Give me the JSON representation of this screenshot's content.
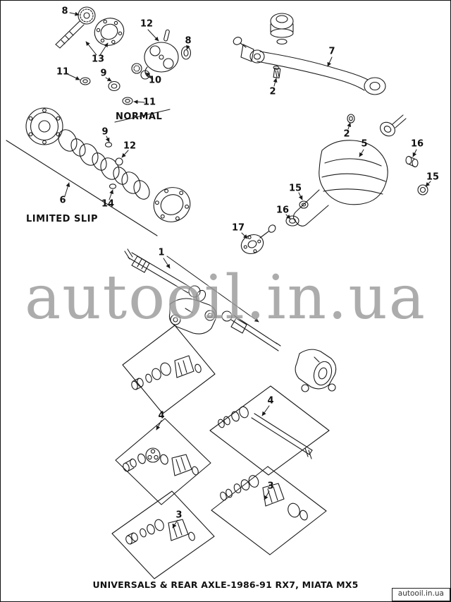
{
  "caption": {
    "text": "UNIVERSALS & REAR AXLE-1986-91 RX7, MIATA MX5"
  },
  "watermark": {
    "text": "autooil.in.ua",
    "color": "#9a9a9a"
  },
  "corner_mark": {
    "text": "autooil.in.ua"
  },
  "style": {
    "ink": "#1a1a1a",
    "background": "#ffffff"
  },
  "group_labels": {
    "normal": "NORMAL",
    "limited_slip": "LIMITED SLIP"
  },
  "callouts": [
    {
      "text": "8"
    },
    {
      "text": "12"
    },
    {
      "text": "8"
    },
    {
      "text": "13"
    },
    {
      "text": "11"
    },
    {
      "text": "9"
    },
    {
      "text": "10"
    },
    {
      "text": "11"
    },
    {
      "text": "9"
    },
    {
      "text": "12"
    },
    {
      "text": "14"
    },
    {
      "text": "6"
    },
    {
      "text": "7"
    },
    {
      "text": "2"
    },
    {
      "text": "2"
    },
    {
      "text": "5"
    },
    {
      "text": "16"
    },
    {
      "text": "15"
    },
    {
      "text": "15"
    },
    {
      "text": "16"
    },
    {
      "text": "17"
    },
    {
      "text": "1"
    },
    {
      "text": "4"
    },
    {
      "text": "4"
    },
    {
      "text": "3"
    },
    {
      "text": "3"
    }
  ]
}
